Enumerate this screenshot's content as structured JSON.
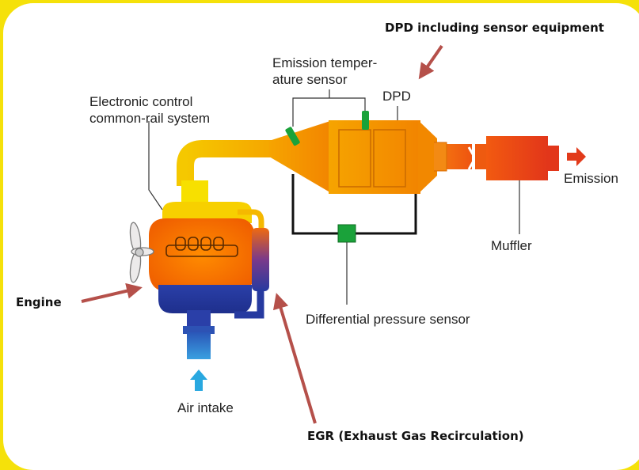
{
  "labels": {
    "dpd_equipment": "DPD including sensor equipment",
    "emission_sensor_line1": "Emission temper-",
    "emission_sensor_line2": "ature sensor",
    "dpd": "DPD",
    "ecu_line1": "Electronic control",
    "ecu_line2": "common-rail system",
    "emission": "Emission",
    "muffler": "Muffler",
    "engine": "Engine",
    "diff_pressure": "Differential pressure sensor",
    "air_intake": "Air intake",
    "egr": "EGR (Exhaust Gas Recirculation)"
  },
  "colors": {
    "frame": "#f5e10a",
    "arrow_annotation": "#b5504a",
    "pressure_sensor": "#1aa23a",
    "emission_arrow": "#e23a1a",
    "air_arrow": "#29a8e0"
  }
}
